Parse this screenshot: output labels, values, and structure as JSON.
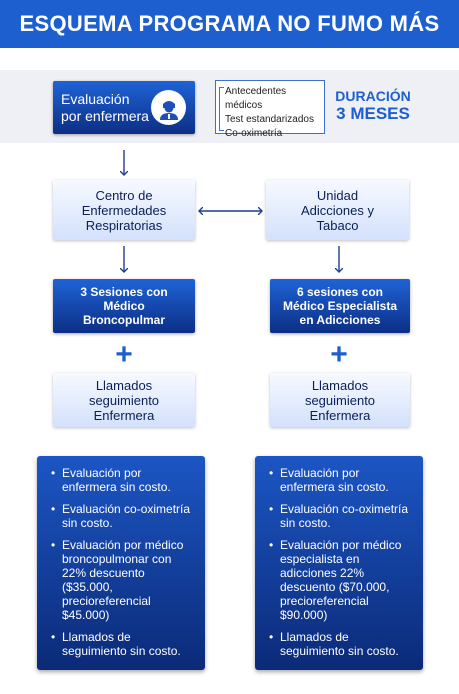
{
  "header": {
    "title": "ESQUEMA PROGRAMA NO FUMO MÁS"
  },
  "evaluation": {
    "label": "Evaluación por enfermera",
    "icon": "nurse-icon"
  },
  "info": {
    "items": [
      "Antecedentes médicos",
      "Test estandarizados",
      "Co-oximetría"
    ]
  },
  "duration": {
    "line1": "DURACIÓN",
    "line2": "3 MESES"
  },
  "left": {
    "center": "Centro de Enfermedades Respiratorias",
    "sessions": "3 Sesiones con Médico Broncopulmar",
    "followup": "Llamados seguimiento Enfermera",
    "bullets": [
      "Evaluación por enfermera sin costo.",
      "Evaluación co-oximetría sin costo.",
      "Evaluación por médico broncopulmonar con 22% descuento ($35.000, precioreferencial $45.000)",
      "Llamados de seguimiento sin costo."
    ]
  },
  "right": {
    "center": "Unidad Adicciones y Tabaco",
    "sessions": "6 sesiones con Médico Especialista en Adicciones",
    "followup": "Llamados seguimiento Enfermera",
    "bullets": [
      "Evaluación por enfermera sin costo.",
      "Evaluación co-oximetría sin costo.",
      "Evaluación por médico especialista en adicciones 22% descuento ($70.000, precioreferencial $90.000)",
      "Llamados de seguimiento sin costo."
    ]
  },
  "plus_symbol": "+",
  "colors": {
    "primary": "#1d5fcf",
    "dark": "#0c2f85",
    "light": "#d4e1fb",
    "band": "#eef0f5"
  }
}
